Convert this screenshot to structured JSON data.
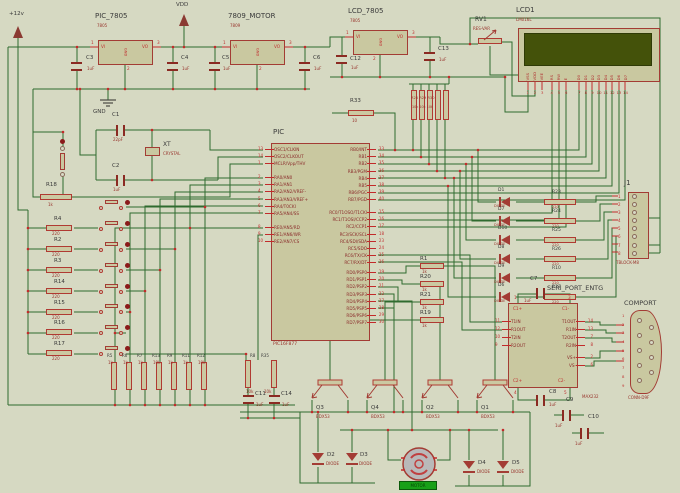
{
  "power": {
    "v12": "+12v",
    "vdd": "VDD",
    "gnd": "GND"
  },
  "regulators": [
    {
      "ref": "PIC_7805",
      "part": "7805",
      "vi": "VI",
      "vo": "VO",
      "gnd": "GND",
      "n_vi": "1",
      "n_v o": "3",
      "n_vo": "3",
      "n_gnd": "2"
    },
    {
      "ref": "7809_MOTOR",
      "part": "7809",
      "vi": "VI",
      "vo": "VO",
      "gnd": "GND",
      "n_vi": "1",
      "n_vo": "3",
      "n_gnd": "2"
    },
    {
      "ref": "LCD_7805",
      "part": "7805",
      "vi": "VI",
      "vo": "VO",
      "gnd": "GND",
      "n_vi": "1",
      "n_vo": "3",
      "n_gnd": "2"
    }
  ],
  "caps": {
    "c1": {
      "ref": "C1",
      "val": "22pF"
    },
    "c2": {
      "ref": "C2",
      "val": "1uF"
    },
    "c3": {
      "ref": "C3",
      "val": "1uF"
    },
    "c4": {
      "ref": "C4",
      "val": "1uF"
    },
    "c5": {
      "ref": "C5",
      "val": "1uF"
    },
    "c6": {
      "ref": "C6",
      "val": "1uF"
    },
    "c7": {
      "ref": "C7",
      "val": "1uF"
    },
    "c8": {
      "ref": "C8",
      "val": "1uF"
    },
    "c9": {
      "ref": "C9",
      "val": "1uF"
    },
    "c10": {
      "ref": "C10",
      "val": "1uF"
    },
    "c11": {
      "ref": "C11",
      "val": "1uF"
    },
    "c12": {
      "ref": "C12",
      "val": "1uF"
    },
    "c13": {
      "ref": "C13",
      "val": "1uF"
    },
    "c14": {
      "ref": "C14",
      "val": "1uF"
    }
  },
  "xt": {
    "ref": "XT",
    "part": "CRYSTAL"
  },
  "rv1": {
    "ref": "RV1",
    "part": "RES-VAR"
  },
  "r33": {
    "ref": "R33",
    "val": "10"
  },
  "rpack": {
    "labels": "R28 R29 R30",
    "vals": "10k 10k 10k"
  },
  "lcd": {
    "ref": "LCD1",
    "part": "LM016L",
    "pins_a": [
      "VSS",
      "VDD",
      "VEE"
    ],
    "nums_a": [
      "1",
      "2",
      "3"
    ],
    "pins_b": [
      "RS",
      "RW",
      "E"
    ],
    "nums_b": [
      "4",
      "5",
      "6"
    ],
    "pins_c": [
      "D0",
      "D1",
      "D2",
      "D3",
      "D4",
      "D5",
      "D6",
      "D7"
    ],
    "nums_c": [
      "7",
      "8",
      "9",
      "10",
      "11",
      "12",
      "13",
      "14"
    ]
  },
  "pic": {
    "ref": "PIC",
    "part": "PIC16F877",
    "osc": [
      {
        "n": "13",
        "name": "OSC1/CLKIN"
      },
      {
        "n": "14",
        "name": "OSC2/CLKOUT"
      },
      {
        "n": "1",
        "name": "MCLR/Vpp/THV"
      }
    ],
    "ra": [
      {
        "n": "2",
        "name": "RA0/AN0"
      },
      {
        "n": "3",
        "name": "RA1/AN1"
      },
      {
        "n": "4",
        "name": "RA2/AN2/VREF-"
      },
      {
        "n": "5",
        "name": "RA3/AN3/VREF+"
      },
      {
        "n": "6",
        "name": "RA4/T0CKI"
      },
      {
        "n": "7",
        "name": "RA5/AN4/SS"
      }
    ],
    "re": [
      {
        "n": "8",
        "name": "RE0/AN5/RD"
      },
      {
        "n": "9",
        "name": "RE1/AN6/WR"
      },
      {
        "n": "10",
        "name": "RE2/AN7/CS"
      }
    ],
    "rb": [
      {
        "n": "33",
        "name": "RB0/INT"
      },
      {
        "n": "34",
        "name": "RB1"
      },
      {
        "n": "35",
        "name": "RB2"
      },
      {
        "n": "36",
        "name": "RB3/PGM"
      },
      {
        "n": "37",
        "name": "RB4"
      },
      {
        "n": "38",
        "name": "RB5"
      },
      {
        "n": "39",
        "name": "RB6/PGC"
      },
      {
        "n": "40",
        "name": "RB7/PGD"
      }
    ],
    "rc": [
      {
        "n": "15",
        "name": "RC0/T1OSO/T1CKI"
      },
      {
        "n": "16",
        "name": "RC1/T1OSI/CCP2"
      },
      {
        "n": "17",
        "name": "RC2/CCP1"
      },
      {
        "n": "18",
        "name": "RC3/SCK/SCL"
      },
      {
        "n": "23",
        "name": "RC4/SDI/SDA"
      },
      {
        "n": "24",
        "name": "RC5/SDO"
      },
      {
        "n": "25",
        "name": "RC6/TX/CK"
      },
      {
        "n": "26",
        "name": "RC7/RX/DT"
      }
    ],
    "rd": [
      {
        "n": "19",
        "name": "RD0/PSP0"
      },
      {
        "n": "20",
        "name": "RD1/PSP1"
      },
      {
        "n": "21",
        "name": "RD2/PSP2"
      },
      {
        "n": "22",
        "name": "RD3/PSP3"
      },
      {
        "n": "27",
        "name": "RD4/PSP4"
      },
      {
        "n": "28",
        "name": "RD5/PSP5"
      },
      {
        "n": "29",
        "name": "RD6/PSP6"
      },
      {
        "n": "30",
        "name": "RD7/PSP7"
      }
    ]
  },
  "r18": {
    "ref": "R18",
    "val": "1k"
  },
  "left_resistors": [
    {
      "ref": "R4",
      "val": "220"
    },
    {
      "ref": "R2",
      "val": "220"
    },
    {
      "ref": "R3",
      "val": "220"
    },
    {
      "ref": "R14",
      "val": "220"
    },
    {
      "ref": "R15",
      "val": "220"
    },
    {
      "ref": "R16",
      "val": "220"
    },
    {
      "ref": "R17",
      "val": "220"
    }
  ],
  "keypad": {
    "buttons": [
      "",
      "",
      "",
      "",
      "",
      "",
      "",
      ""
    ]
  },
  "bottom_resistors": [
    {
      "ref": "R5",
      "val": "1k"
    },
    {
      "ref": "R6",
      "val": "1k"
    },
    {
      "ref": "R7",
      "val": "1k"
    },
    {
      "ref": "R13",
      "val": "10k"
    },
    {
      "ref": "R9",
      "val": "1k"
    },
    {
      "ref": "R11",
      "val": "1k"
    },
    {
      "ref": "R12",
      "val": "10k"
    }
  ],
  "pullup_pair": [
    {
      "ref": "R8",
      "val": "10k"
    },
    {
      "ref": "R35",
      "val": "10k"
    }
  ],
  "mid_resistors": [
    {
      "ref": "R1",
      "val": "1k"
    },
    {
      "ref": "R20",
      "val": "1k"
    },
    {
      "ref": "R21",
      "val": "1k"
    },
    {
      "ref": "R19",
      "val": "1k"
    }
  ],
  "right_diodes": [
    {
      "ref": "D1",
      "val": "DIODE"
    },
    {
      "ref": "D7",
      "val": "DIODE"
    },
    {
      "ref": "D10",
      "val": "DIODE"
    },
    {
      "ref": "D8",
      "val": "DIODE"
    },
    {
      "ref": "D9",
      "val": "DIODE"
    },
    {
      "ref": "D6",
      "val": "DIODE"
    }
  ],
  "right_resistors": [
    {
      "ref": "R23",
      "val": "220"
    },
    {
      "ref": "R24",
      "val": "220"
    },
    {
      "ref": "R25",
      "val": "220"
    },
    {
      "ref": "R26",
      "val": "220"
    },
    {
      "ref": "R10",
      "val": "220"
    },
    {
      "ref": "R27",
      "val": "220"
    }
  ],
  "j1": {
    "ref": "J1",
    "part": "TBLOCK-M8",
    "pins": [
      "1",
      "2",
      "3",
      "4",
      "5",
      "6",
      "7",
      "8"
    ]
  },
  "serial": {
    "title": "SERI_PORT_ENTG",
    "max": {
      "label": "MAX232",
      "tl": "C1+",
      "tr": "C1-",
      "bl": "C2+",
      "br": "C2-",
      "n_tl": "1",
      "n_tr": "3",
      "n_bl": "4",
      "n_br": "5",
      "left": [
        {
          "n": "11",
          "name": "T1IN"
        },
        {
          "n": "12",
          "name": "R1OUT"
        },
        {
          "n": "10",
          "name": "T2IN"
        },
        {
          "n": "9",
          "name": "R2OUT"
        }
      ],
      "right1": [
        {
          "n": "14",
          "name": "T1OUT"
        },
        {
          "n": "13",
          "name": "R1IN"
        },
        {
          "n": "7",
          "name": "T2OUT"
        },
        {
          "n": "8",
          "name": "R2IN"
        }
      ],
      "right2": [
        {
          "n": "2",
          "name": "VS+"
        },
        {
          "n": "6",
          "name": "VS-"
        }
      ]
    }
  },
  "comport": {
    "ref": "COMPORT",
    "part": "CONN-D9F",
    "pins": [
      "1",
      "2",
      "3",
      "4",
      "5",
      "6",
      "7",
      "8",
      "9"
    ]
  },
  "transistors": [
    {
      "ref": "Q3",
      "part": "BDX53"
    },
    {
      "ref": "Q4",
      "part": "BDX53"
    },
    {
      "ref": "Q2",
      "part": "BDX53"
    },
    {
      "ref": "Q1",
      "part": "BDX53"
    }
  ],
  "bottom_diodes": [
    {
      "ref": "D2",
      "val": "DIODE"
    },
    {
      "ref": "D3",
      "val": "DIODE"
    },
    {
      "ref": "D4",
      "val": "DIODE"
    },
    {
      "ref": "D5",
      "val": "DIODE"
    }
  ],
  "motor": {
    "badge": "MOTOR"
  },
  "colors": {
    "wire": "#2f6b2f",
    "pin": "#c22a2a",
    "body": "#c9c8a0",
    "outline": "#a33c34",
    "screen": "#44520a"
  }
}
